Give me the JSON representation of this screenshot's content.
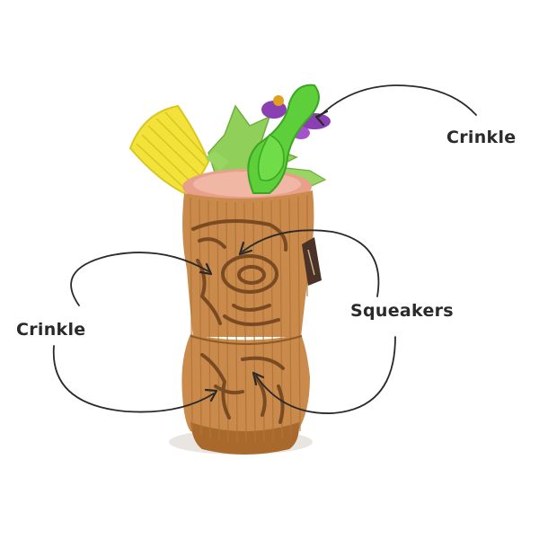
{
  "labels": {
    "crinkle_top": "Crinkle",
    "squeakers": "Squeakers",
    "crinkle_left": "Crinkle"
  },
  "colors": {
    "background": "#ffffff",
    "annotation_ink": "#2a2a2a",
    "tiki_body": "#c98a4b",
    "tiki_carving": "#7a4a22",
    "umbrella_yellow": "#f2e23a",
    "straw_green": "#5ccf3a",
    "leaf_green": "#8fcf5a",
    "flower_purple": "#8a3fb3",
    "foam_pink": "#e8a08a"
  },
  "icons": {
    "product": "tiki-cocktail-plush-toy",
    "arrows": "hand-drawn-curved-arrow"
  }
}
